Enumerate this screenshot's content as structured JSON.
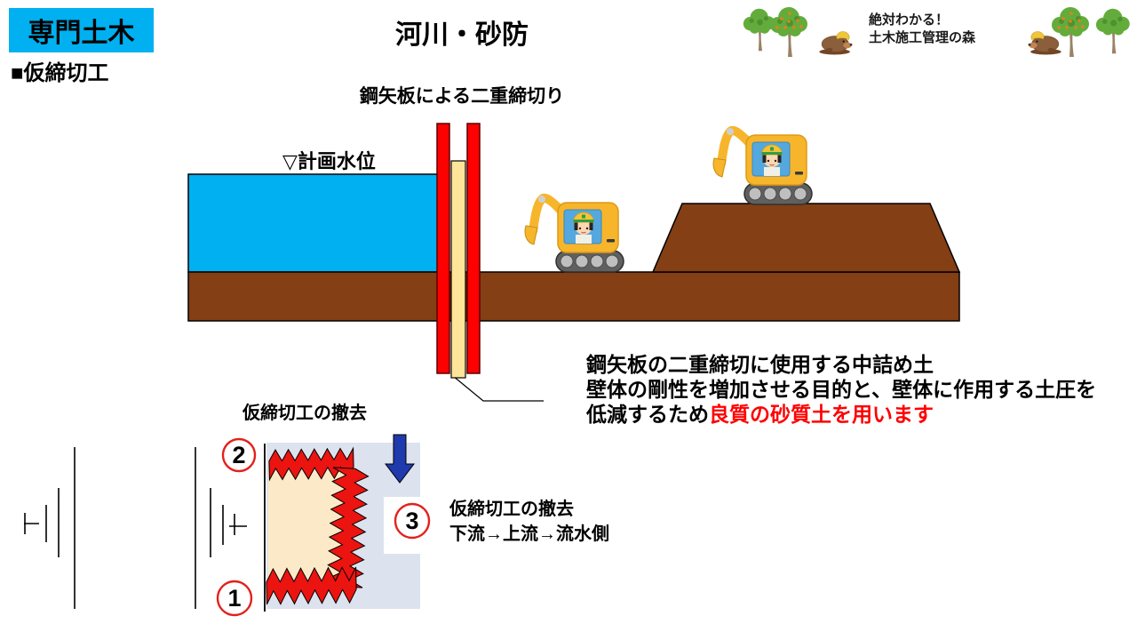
{
  "header": {
    "category_label": "専門土木",
    "title": "河川・砂防",
    "section_label": "■仮締切工",
    "slogan_line1": "絶対わかる！",
    "slogan_line2": "土木施工管理の森",
    "accent_color": "#00B0F0"
  },
  "diagram_top": {
    "caption": "鋼矢板による二重締切り",
    "water_level_label": "▽計画水位",
    "colors": {
      "water": "#00B0F0",
      "ground": "#843F14",
      "pile": "#FF0000",
      "infill": "#FFE599"
    }
  },
  "annotation": {
    "line1": "鋼矢板の二重締切に使用する中詰め土",
    "line2": "壁体の剛性を増加させる目的と、壁体に作用する土圧を",
    "line3_black": "低減するため",
    "line3_red": "良質の砂質土を用います",
    "highlight_color": "#FF0000"
  },
  "diagram_bottom": {
    "caption": "仮締切工の撤去",
    "step_top": "2",
    "step_bottom": "1",
    "step_right": "3",
    "note_line1": "仮締切工の撤去",
    "note_line2": "下流→上流→流水側",
    "colors": {
      "area": "#DCE3EF",
      "soil": "#FBE9C7",
      "pile": "#EB1410",
      "arrow": "#1F3AAD",
      "step": "#E3211C"
    }
  }
}
